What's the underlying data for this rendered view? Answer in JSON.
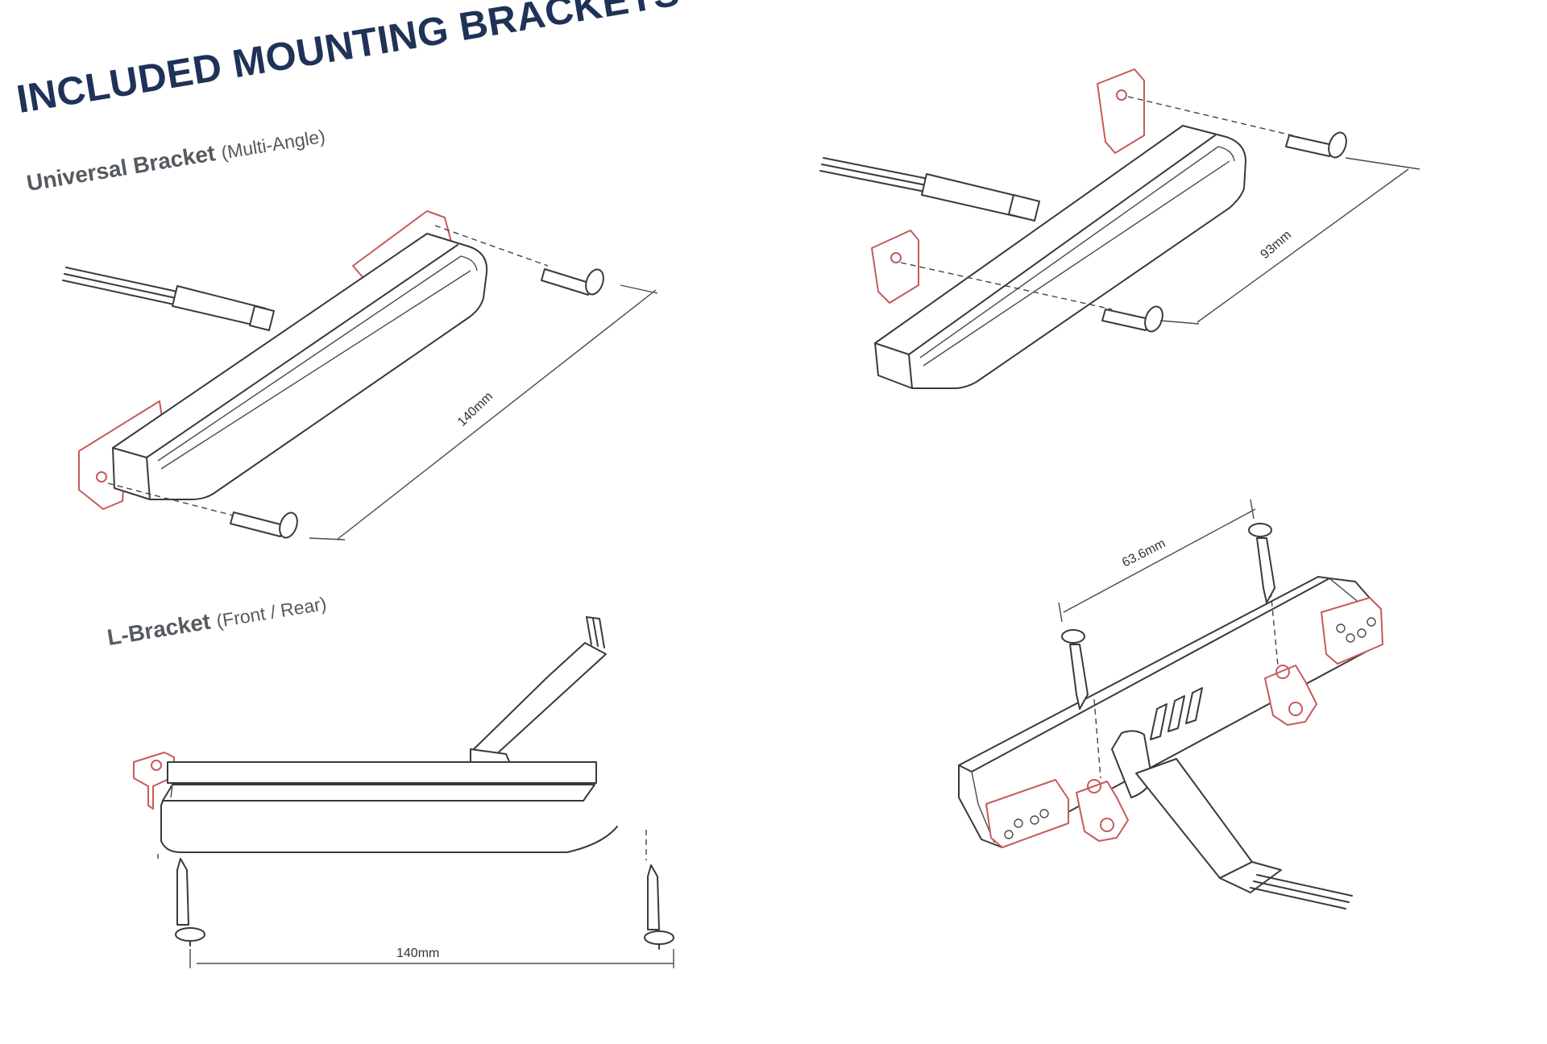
{
  "title": "INCLUDED MOUNTING BRACKETS",
  "sections": {
    "universal": {
      "label": "Universal Bracket",
      "note": "(Multi-Angle)"
    },
    "l_bracket": {
      "label": "L-Bracket",
      "note": "(Front / Rear)"
    }
  },
  "dimensions": {
    "universal_length": "140mm",
    "universal_short": "93mm",
    "l_bracket_length": "140mm",
    "l_bracket_hole_spacing": "63.6mm"
  },
  "colors": {
    "heading": "#1f3257",
    "subheading": "#555a61",
    "bracket_outline": "#c75a5a",
    "drawing_line": "#3a3a3a"
  }
}
